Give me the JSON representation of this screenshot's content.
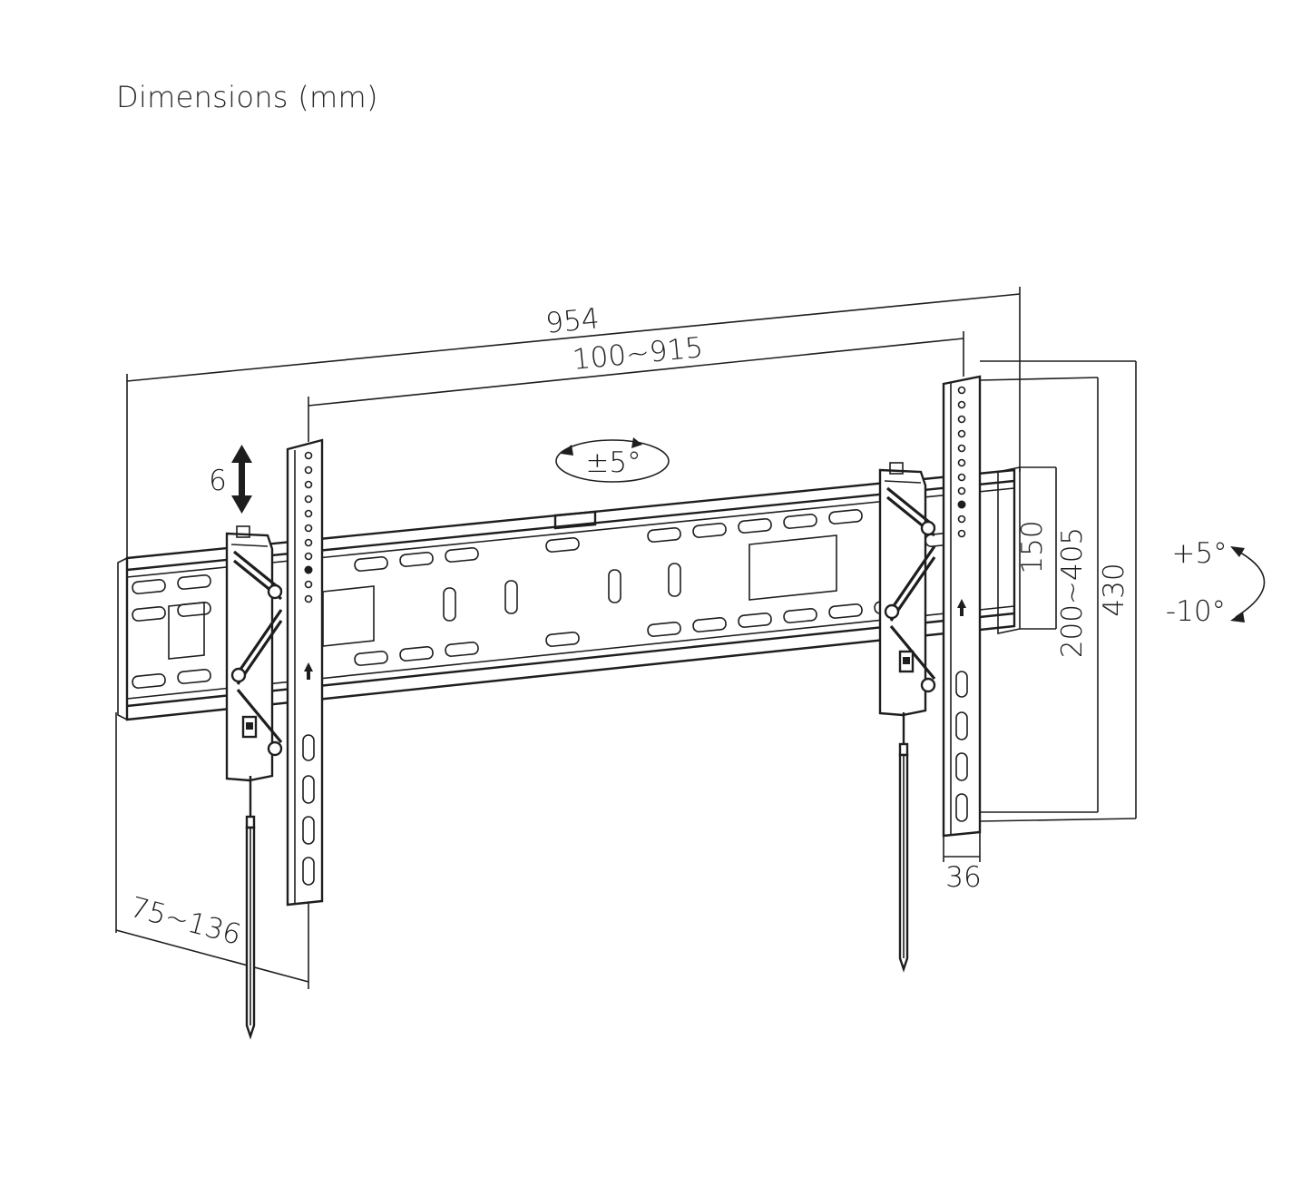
{
  "title": "Dimensions (mm)",
  "dimensions": {
    "overall_width": "954",
    "vesa_width": "100~915",
    "lateral_tilt": "±5°",
    "height_adjust": "6",
    "wall_plate_height": "150",
    "vesa_height": "200~405",
    "overall_height": "430",
    "tilt_up": "+5°",
    "tilt_down": "-10°",
    "profile_min": "36",
    "wall_distance": "75~136"
  },
  "colors": {
    "line": "#1e1e1e",
    "background": "#ffffff"
  }
}
